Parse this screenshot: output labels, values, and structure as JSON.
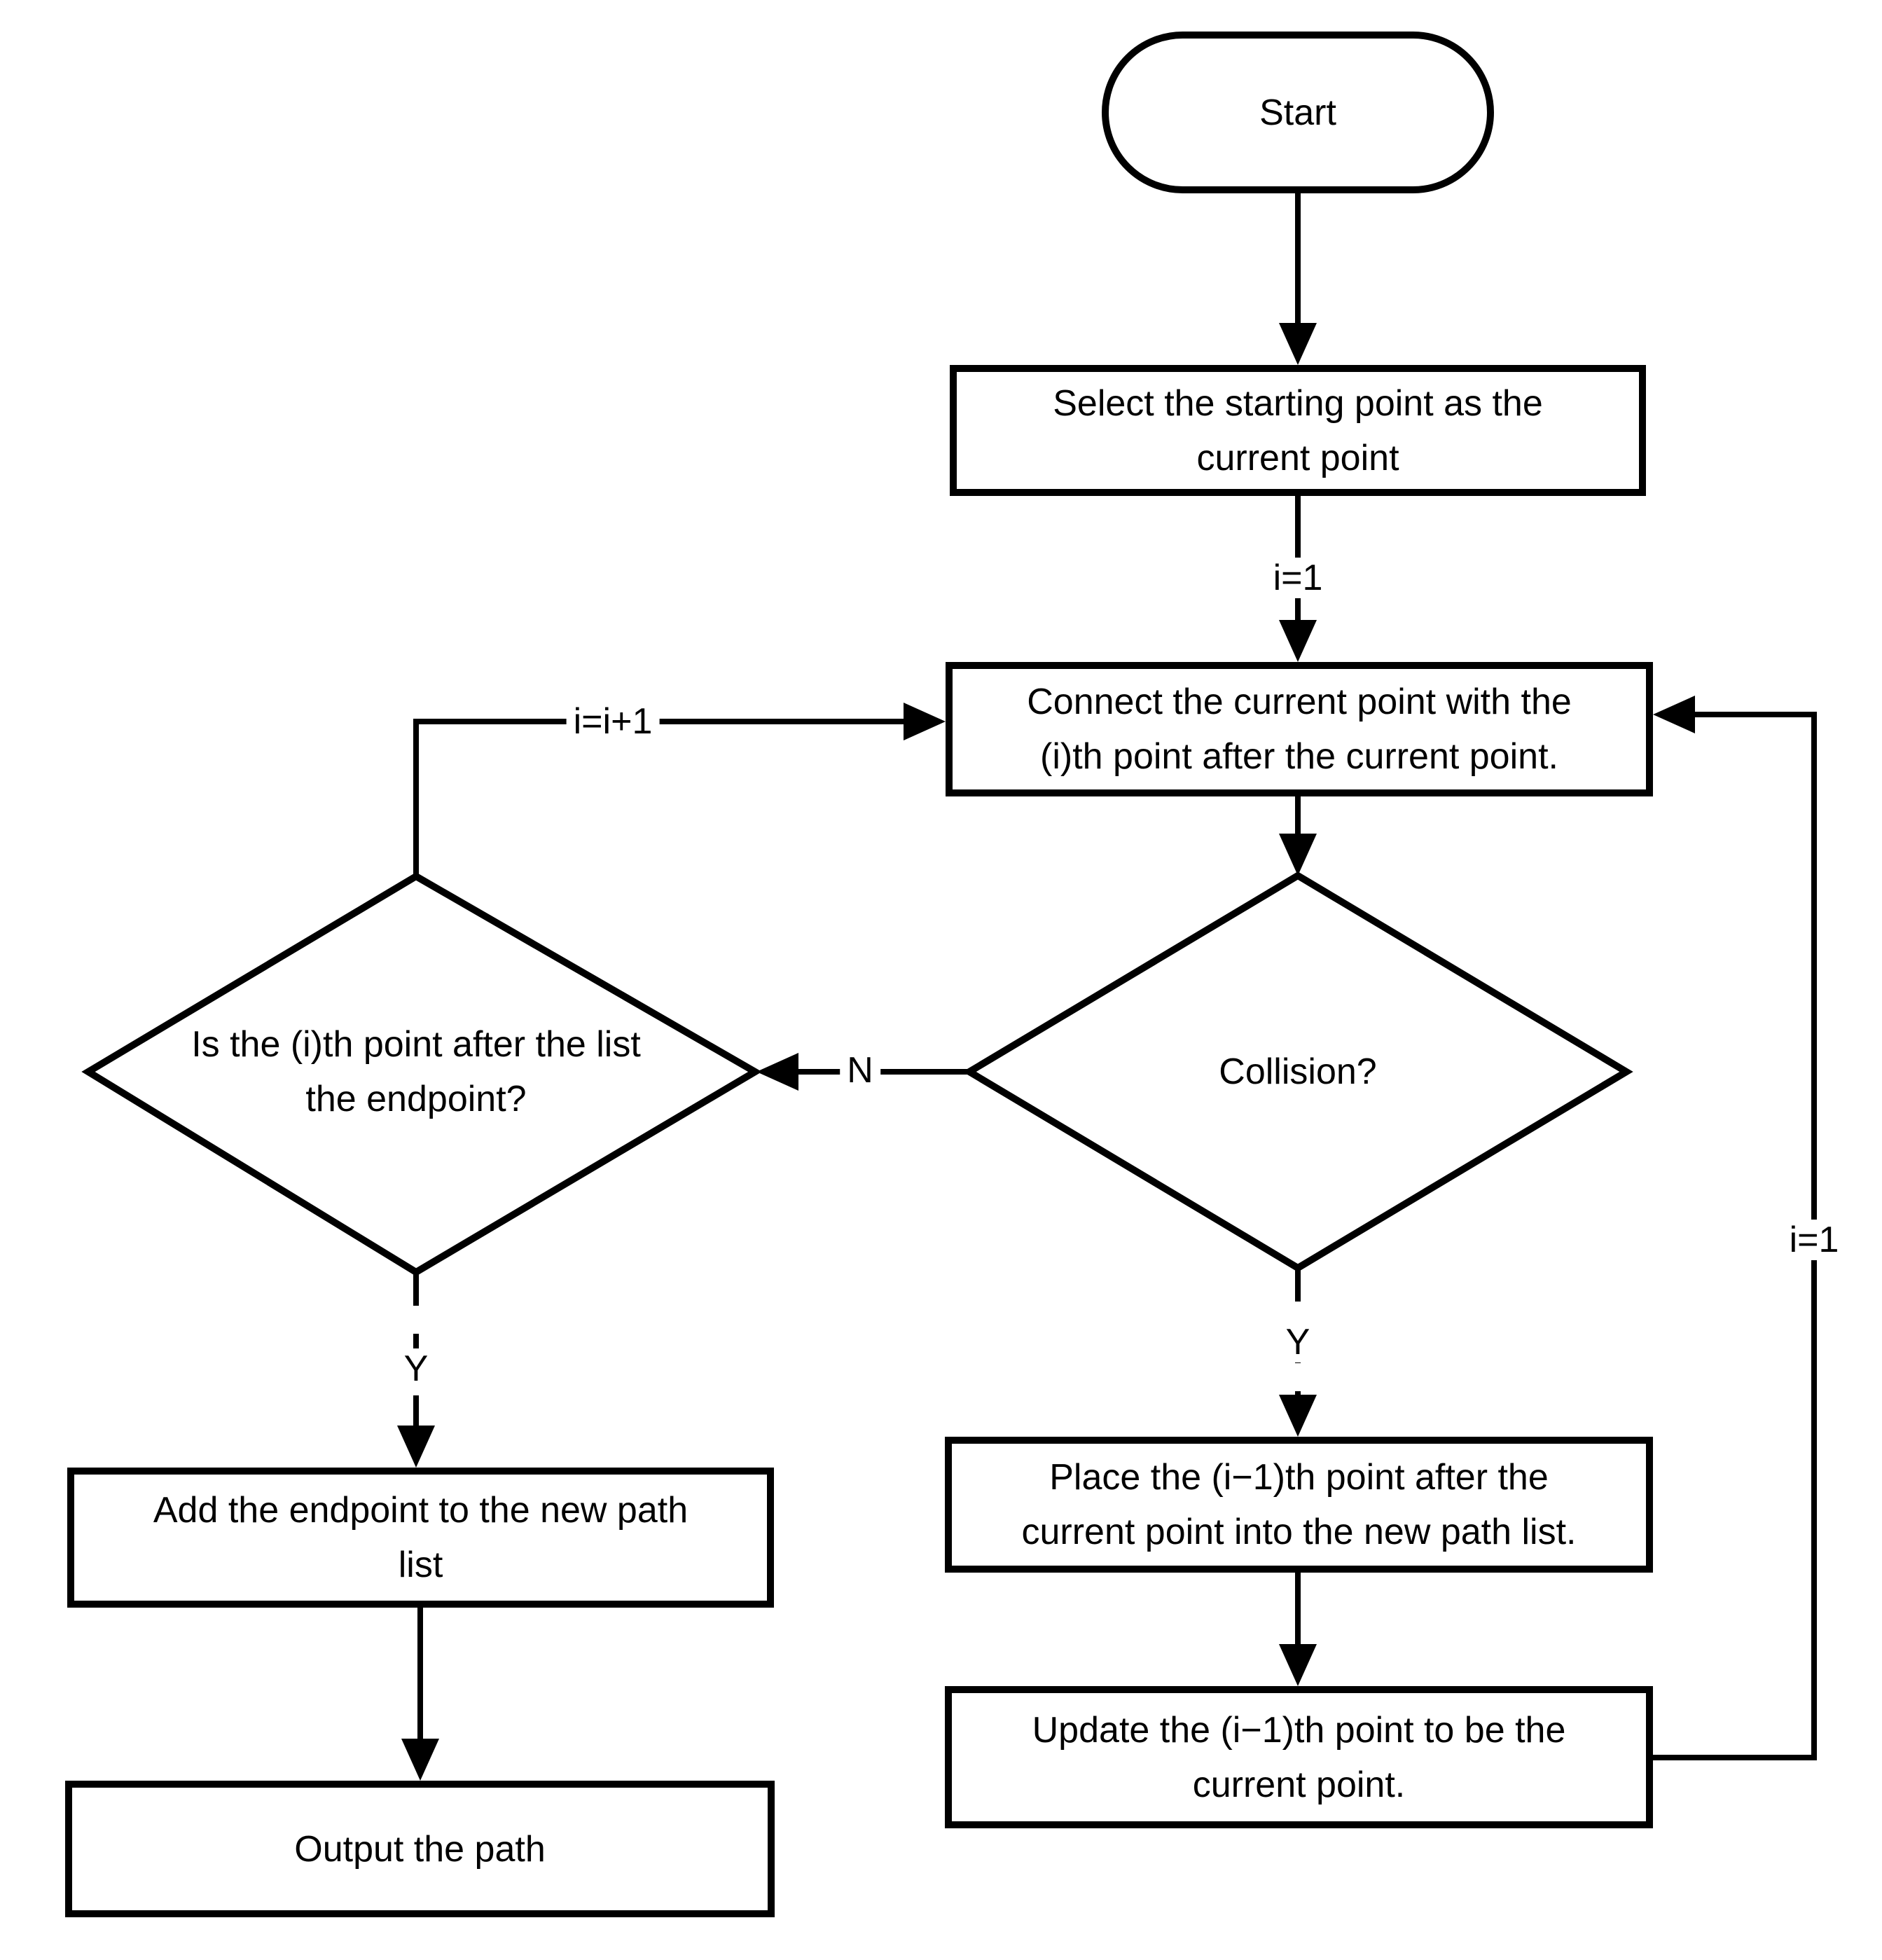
{
  "diagram": {
    "type": "flowchart",
    "background_color": "#ffffff",
    "stroke_color": "#000000",
    "nodes": {
      "start": {
        "shape": "terminator",
        "label": "Start"
      },
      "select_start": {
        "shape": "process",
        "label": "Select the starting point as the current point"
      },
      "connect_point": {
        "shape": "process",
        "label": "Connect the current point with the (i)th point after the current point."
      },
      "collision": {
        "shape": "decision",
        "label": "Collision?"
      },
      "endpoint_check": {
        "shape": "decision",
        "label": "Is the (i)th point after the list the endpoint?"
      },
      "add_endpoint": {
        "shape": "process",
        "label": "Add the endpoint to the new path list"
      },
      "output_path": {
        "shape": "process",
        "label": "Output the path"
      },
      "place_point": {
        "shape": "process",
        "label": "Place the (i−1)th point after the current point into the new path list."
      },
      "update_point": {
        "shape": "process",
        "label": "Update the (i−1)th point to be the current point."
      }
    },
    "edge_labels": {
      "init_i": "i=1",
      "increment_i": "i=i+1",
      "no": "N",
      "yes_left": "Y",
      "yes_right": "Y",
      "reset_i": "i=1"
    }
  }
}
